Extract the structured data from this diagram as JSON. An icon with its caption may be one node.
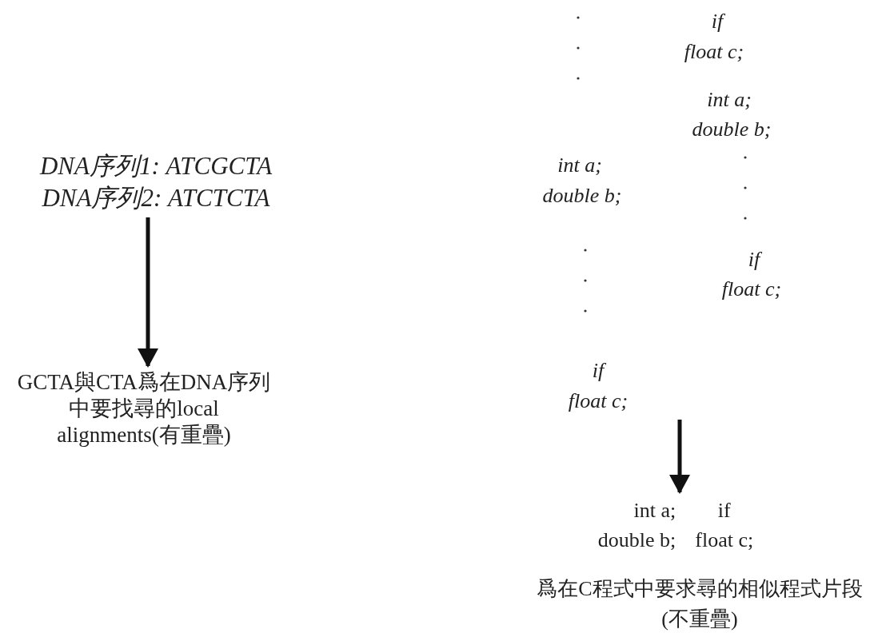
{
  "diagram": {
    "nodes": [
      {
        "text": [
          "DNA序列1: ATCGCTA",
          "DNA序列2: ATCTCTA"
        ]
      },
      {
        "text": [
          "GCTA與CTA爲在DNA序列中要找尋的local alignments(有重疊)"
        ]
      },
      {
        "text": [
          "if",
          "float c;"
        ]
      },
      {
        "text": [
          "int a;",
          "double b;",
          "if",
          "float c;"
        ]
      }
    ],
    "edges": [
      {
        "from": 0,
        "to": 1,
        "arrow": "to"
      },
      {
        "from": 2,
        "to": 3,
        "arrow": "to"
      }
    ],
    "labels": [
      "if",
      "float c;",
      "int a;",
      "double b;",
      "int a;",
      "double b;",
      "if",
      "float c;",
      "爲在C程式中要求尋的相似程式片段(不重疊)"
    ]
  }
}
